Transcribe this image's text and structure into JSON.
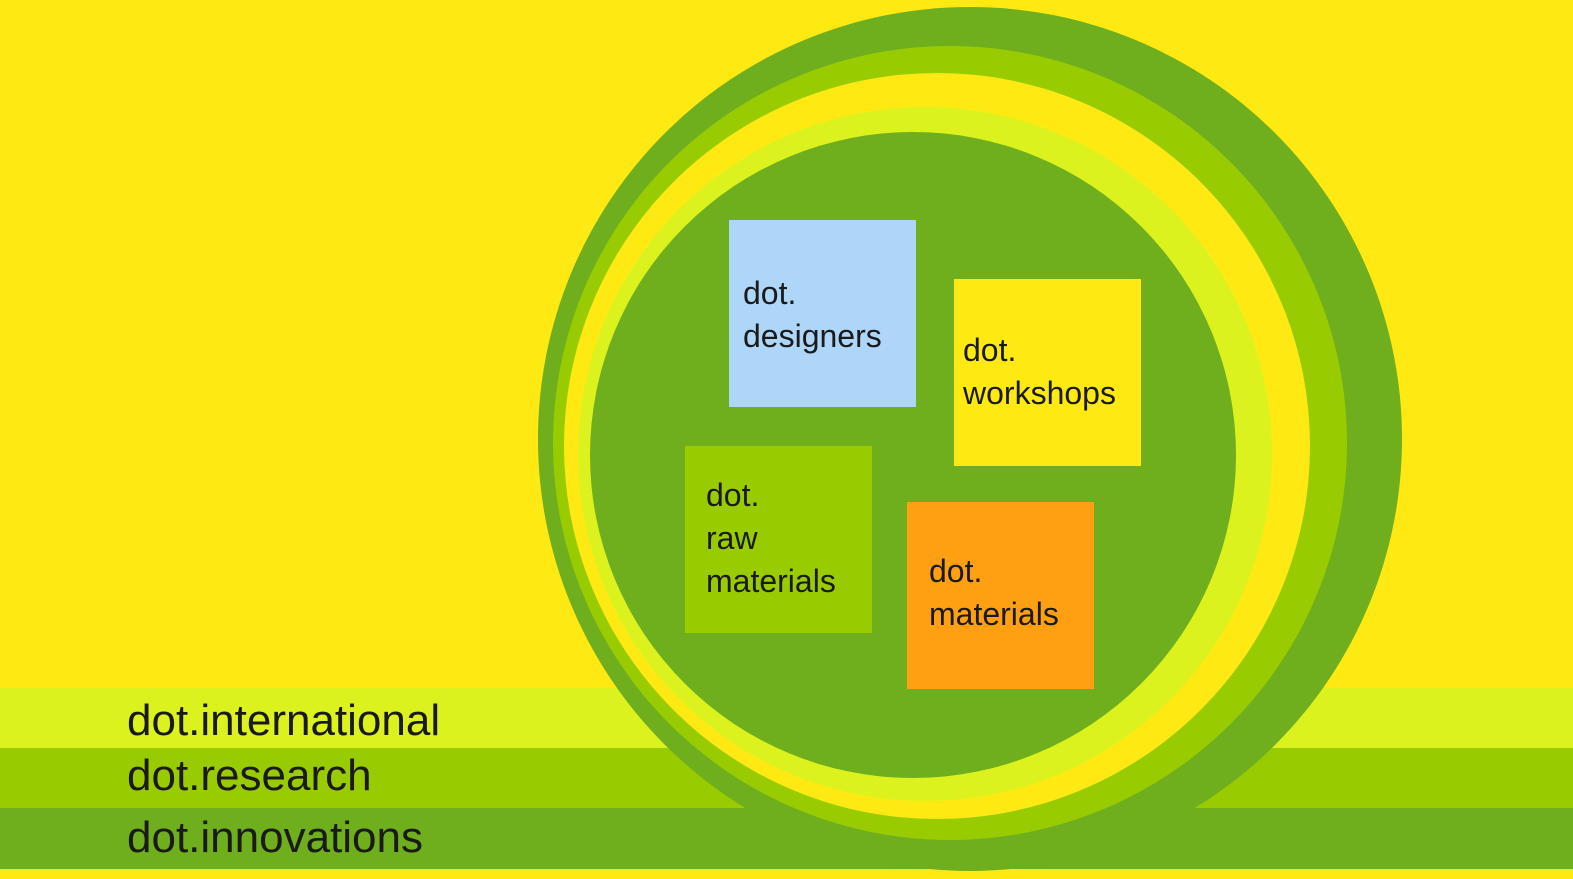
{
  "bands": [
    {
      "id": "international",
      "label": "dot.international",
      "color": "#DCF21E"
    },
    {
      "id": "research",
      "label": "dot.research",
      "color": "#99CC00"
    },
    {
      "id": "innovations",
      "label": "dot.innovations",
      "color": "#6FAE1D"
    }
  ],
  "colors": {
    "background": "#FFE913",
    "outer_ring": "#6FAE1D",
    "middle_ring": "#99CC00",
    "inner_ring": "#FFE913",
    "inner_highlight": "#DCF21E",
    "core": "#6FAE1D"
  },
  "cards": {
    "designers": {
      "lines": [
        "dot.",
        "designers"
      ],
      "color": "#ADD6F8"
    },
    "workshops": {
      "lines": [
        "dot.",
        "workshops"
      ],
      "color": "#FFE913"
    },
    "raw_materials": {
      "lines": [
        "dot.",
        "raw",
        "materials"
      ],
      "color": "#99CC00"
    },
    "materials": {
      "lines": [
        "dot.",
        "materials"
      ],
      "color": "#FFA012"
    }
  }
}
